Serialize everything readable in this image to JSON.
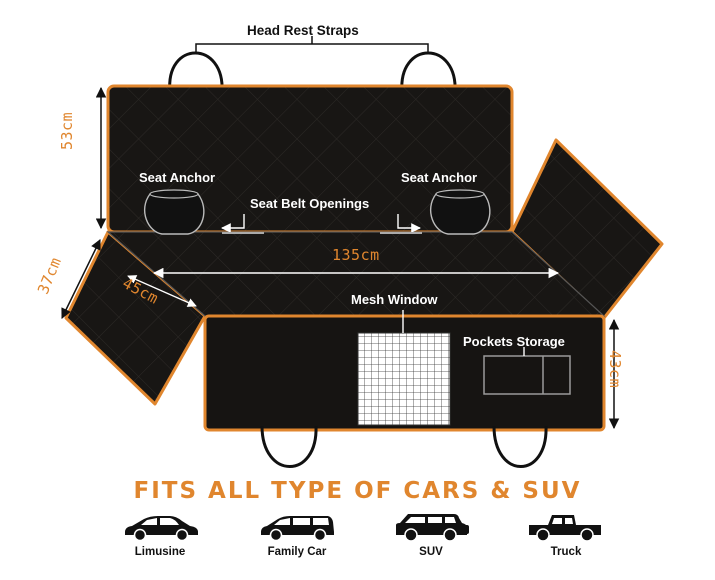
{
  "labels": {
    "head_rest_straps": "Head Rest Straps",
    "seat_anchor_left": "Seat Anchor",
    "seat_anchor_right": "Seat Anchor",
    "seat_belt_openings": "Seat Belt Openings",
    "mesh_window": "Mesh Window",
    "pockets_storage": "Pockets Storage"
  },
  "dimensions": {
    "backrest_height": "53cm",
    "side_flap_height": "37cm",
    "side_flap_width": "45cm",
    "seat_width": "135cm",
    "front_height": "43cm"
  },
  "tagline": "FITS ALL TYPE OF CARS & SUV",
  "cars": [
    {
      "label": "Limusine",
      "icon": "sedan-car-icon"
    },
    {
      "label": "Family Car",
      "icon": "wagon-car-icon"
    },
    {
      "label": "SUV",
      "icon": "suv-car-icon"
    },
    {
      "label": "Truck",
      "icon": "pickup-truck-icon"
    }
  ],
  "colors": {
    "cover": "#181614",
    "trim": "#e0862e",
    "accent_text": "#e0862e"
  }
}
